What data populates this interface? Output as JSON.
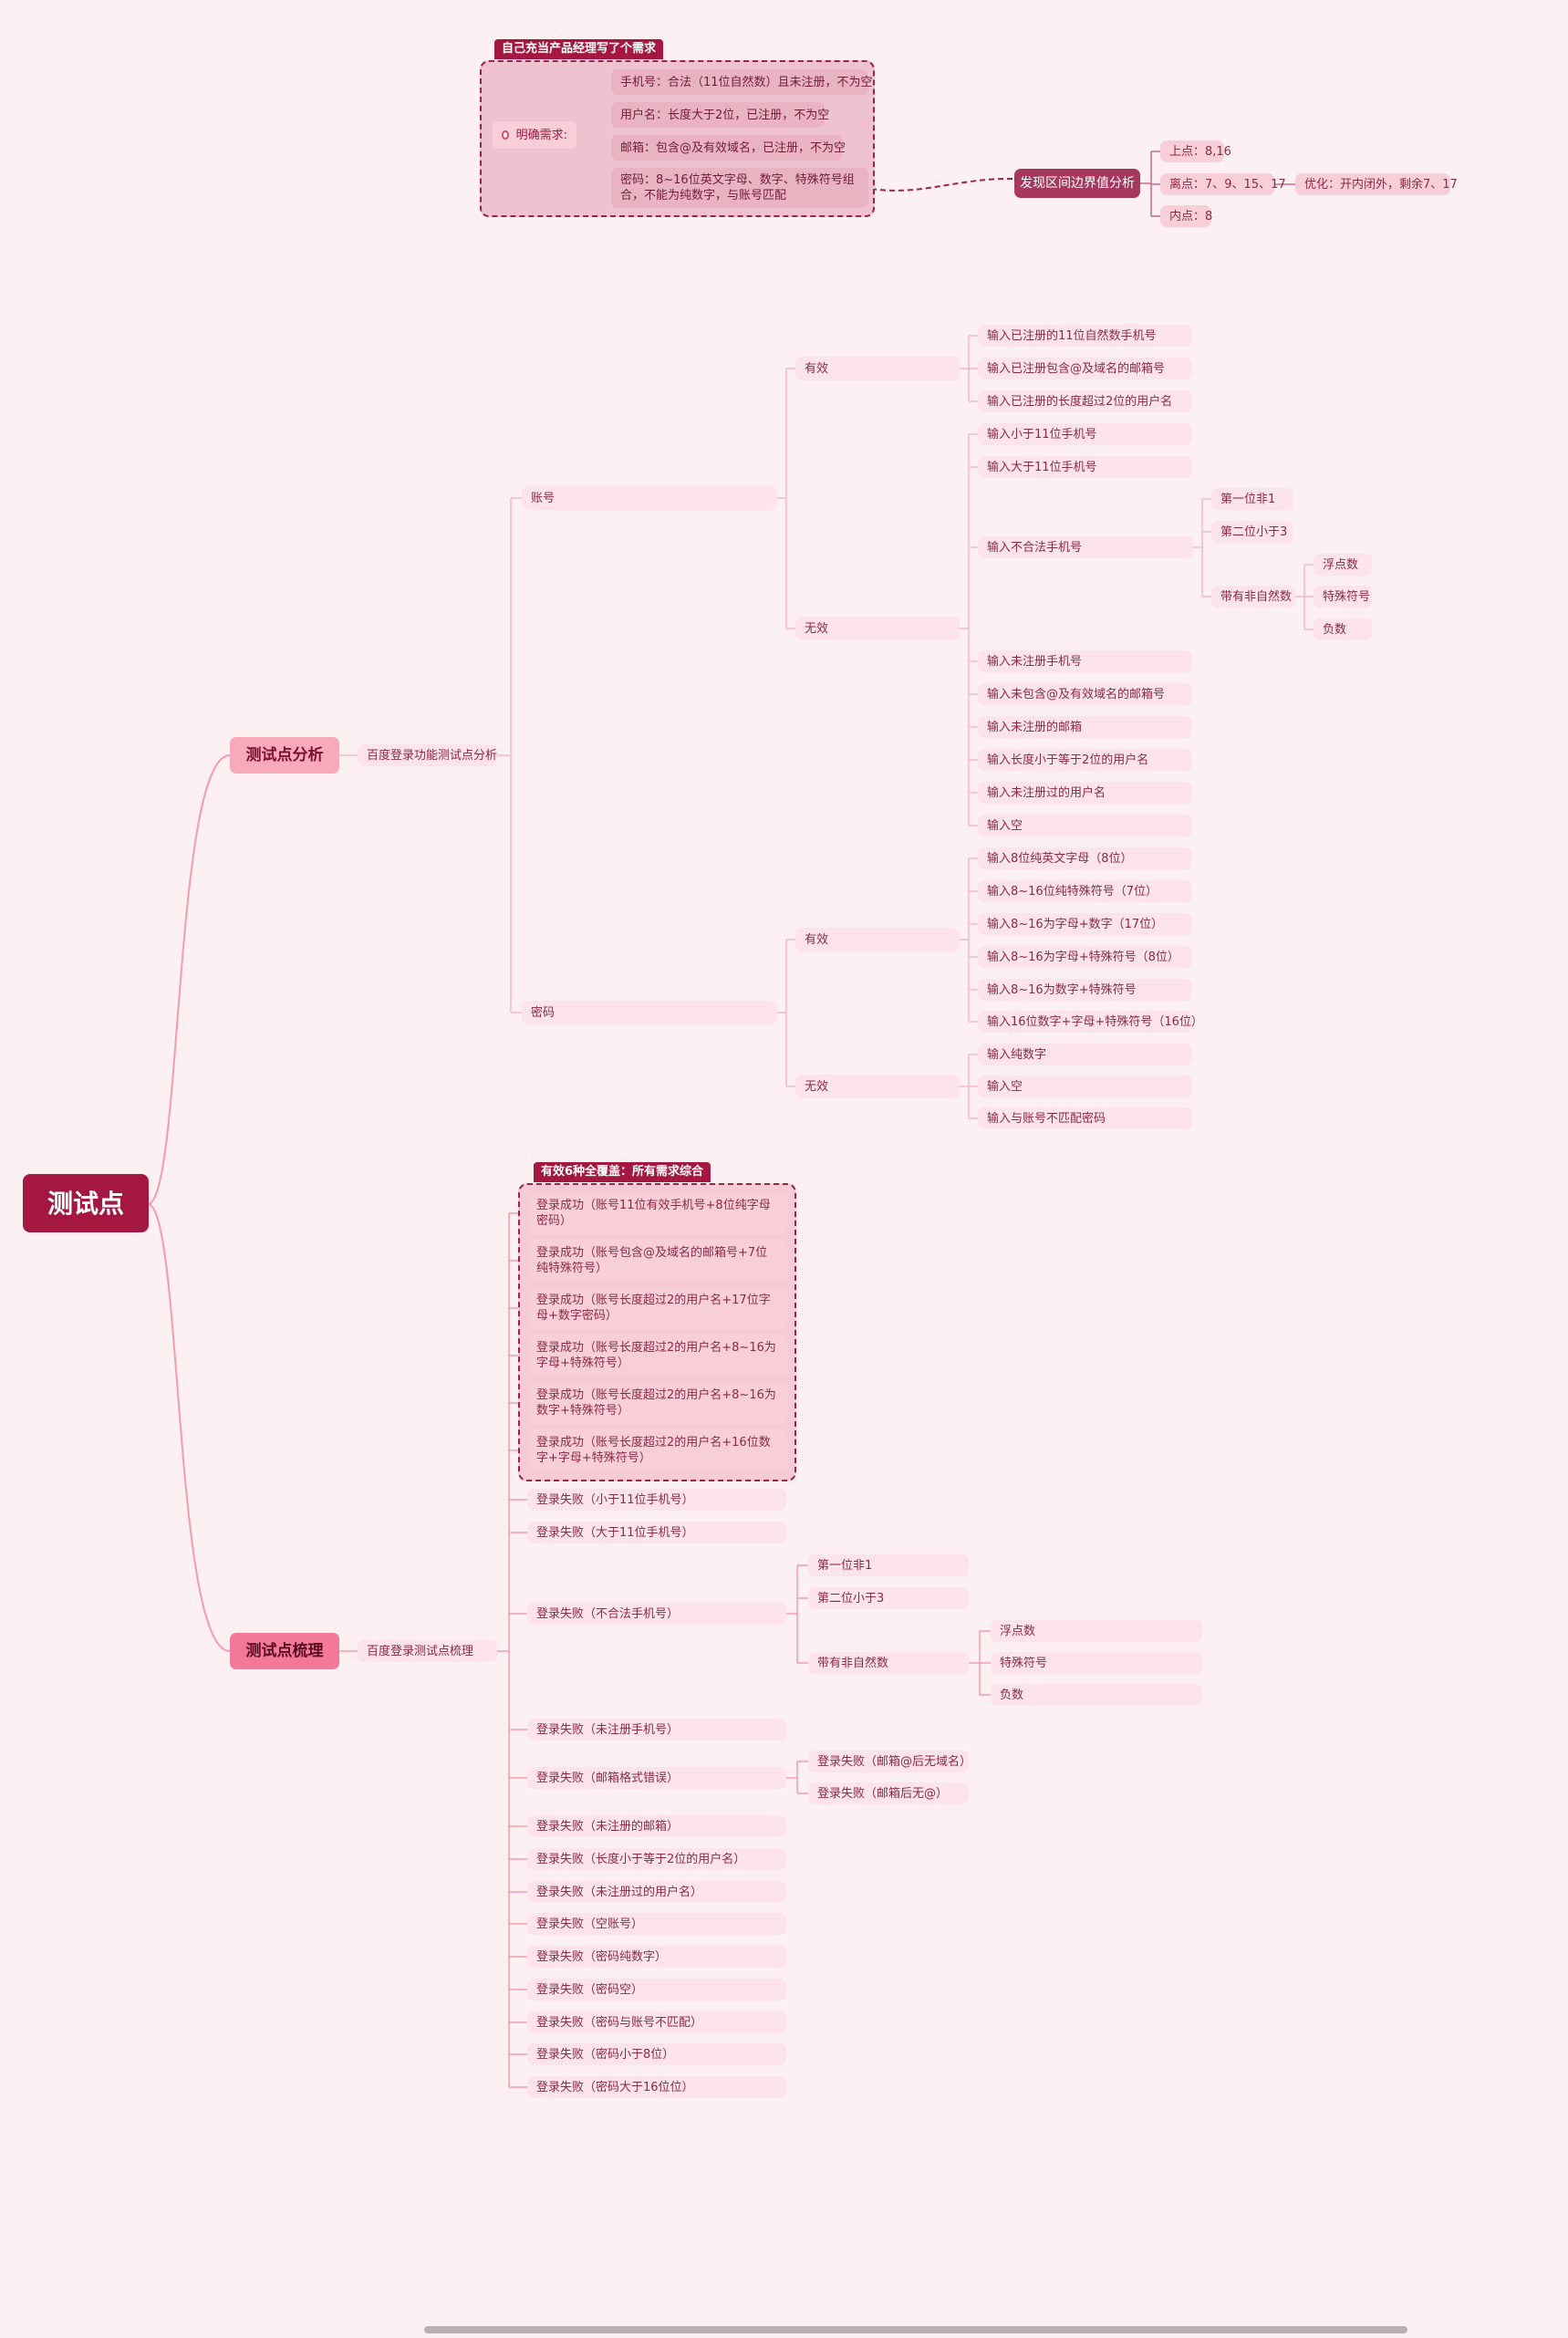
{
  "root": "测试点",
  "requirement_group": {
    "label": "自己充当产品经理写了个需求",
    "tag": "明确需求:",
    "items": [
      "手机号：合法（11位自然数）且未注册，不为空",
      "用户名：长度大于2位，已注册，不为空",
      "邮箱：包含@及有效域名，已注册，不为空",
      "密码：8~16位英文字母、数字、特殊符号组合，不能为纯数字，与账号匹配"
    ]
  },
  "boundary": {
    "title": "发现区间边界值分析",
    "upper": "上点：8,16",
    "off": "离点：7、9、15、17",
    "inner": "内点：8",
    "optimize": "优化：开内闭外，剩余7、17"
  },
  "analysis": {
    "title": "测试点分析",
    "sub": "百度登录功能测试点分析",
    "account": {
      "label": "账号",
      "valid_label": "有效",
      "valid": [
        "输入已注册的11位自然数手机号",
        "输入已注册包含@及域名的邮箱号",
        "输入已注册的长度超过2位的用户名"
      ],
      "invalid_label": "无效",
      "invalid_a": [
        "输入小于11位手机号",
        "输入大于11位手机号"
      ],
      "illegal": "输入不合法手机号",
      "illegal_children": [
        "第一位非1",
        "第二位小于3",
        "带有非自然数"
      ],
      "non_natural": [
        "浮点数",
        "特殊符号",
        "负数"
      ],
      "invalid_b": [
        "输入未注册手机号",
        "输入未包含@及有效域名的邮箱号",
        "输入未注册的邮箱",
        "输入长度小于等于2位的用户名",
        "输入未注册过的用户名",
        "输入空"
      ]
    },
    "password": {
      "label": "密码",
      "valid_label": "有效",
      "valid": [
        "输入8位纯英文字母（8位）",
        "输入8~16位纯特殊符号（7位）",
        "输入8~16为字母+数字（17位）",
        "输入8~16为字母+特殊符号（8位）",
        "输入8~16为数字+特殊符号",
        "输入16位数字+字母+特殊符号（16位）"
      ],
      "invalid_label": "无效",
      "invalid": [
        "输入纯数字",
        "输入空",
        "输入与账号不匹配密码"
      ]
    }
  },
  "sorting": {
    "title": "测试点梳理",
    "sub": "百度登录测试点梳理",
    "coverage_label": "有效6种全覆盖：所有需求综合",
    "success": [
      "登录成功（账号11位有效手机号+8位纯字母密码）",
      "登录成功（账号包含@及域名的邮箱号+7位纯特殊符号）",
      "登录成功（账号长度超过2的用户名+17位字母+数字密码）",
      "登录成功（账号长度超过2的用户名+8~16为字母+特殊符号）",
      "登录成功（账号长度超过2的用户名+8~16为数字+特殊符号）",
      "登录成功（账号长度超过2的用户名+16位数字+字母+特殊符号）"
    ],
    "fail_a": [
      "登录失败（小于11位手机号）",
      "登录失败（大于11位手机号）"
    ],
    "illegal": "登录失败（不合法手机号）",
    "illegal_children": [
      "第一位非1",
      "第二位小于3",
      "带有非自然数"
    ],
    "non_natural": [
      "浮点数",
      "特殊符号",
      "负数"
    ],
    "fail_b": "登录失败（未注册手机号）",
    "email_fmt": "登录失败（邮箱格式错误）",
    "email_children": [
      "登录失败（邮箱@后无域名）",
      "登录失败（邮箱后无@）"
    ],
    "fail_c": [
      "登录失败（未注册的邮箱）",
      "登录失败（长度小于等于2位的用户名）",
      "登录失败（未注册过的用户名）",
      "登录失败（空账号）",
      "登录失败（密码纯数字）",
      "登录失败（密码空）",
      "登录失败（密码与账号不匹配）",
      "登录失败（密码小于8位）",
      "登录失败（密码大于16位位）"
    ]
  }
}
